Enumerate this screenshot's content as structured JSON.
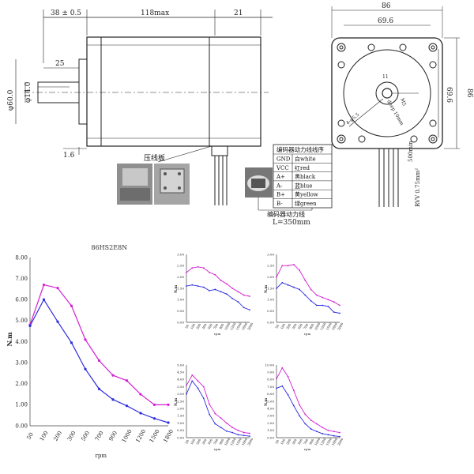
{
  "drawing": {
    "dim_top_left": "38 ± 0.5",
    "dim_top_mid": "118max",
    "dim_top_right": "21",
    "dim_25": "25",
    "dim_phi60": "φ60.0",
    "dim_phi14": "φ14.0",
    "dim_16": "1.6",
    "dim_86_top": "86",
    "dim_696_top": "69.6",
    "dim_86_side": "86",
    "dim_696_side": "69.6",
    "dim_11": "11",
    "dim_m5": "M5",
    "dim_deep": "deep 10mm",
    "dim_4phi": "4-φ5.5",
    "lead_len": "500min",
    "lead_spec": "RVV 0.75mm²",
    "label_press_plate": "压线板",
    "label_encoder_cable": "编码器动力线",
    "label_length": "L=350mm"
  },
  "wire_table": {
    "title": "编码器动力线线序",
    "rows": [
      {
        "signal": "GND",
        "color": "白white"
      },
      {
        "signal": "VCC",
        "color": "红red"
      },
      {
        "signal": "A+",
        "color": "黑black"
      },
      {
        "signal": "A-",
        "color": "蓝blue"
      },
      {
        "signal": "B+",
        "color": "黄yellow"
      },
      {
        "signal": "B-",
        "color": "绿green"
      }
    ]
  },
  "colors": {
    "series_a": "#d21fd2",
    "series_b": "#2d2de0"
  },
  "chart_data": [
    {
      "type": "line",
      "title": "86HS2E8N",
      "xlabel": "rpm",
      "ylabel": "N.m",
      "ylim": [
        0,
        8
      ],
      "yticks": [
        "0.00",
        "1.00",
        "2.00",
        "3.00",
        "4.00",
        "5.00",
        "6.00",
        "7.00",
        "8.00"
      ],
      "categories": [
        "50",
        "100",
        "200",
        "300",
        "500",
        "700",
        "900",
        "1000",
        "1200",
        "1500",
        "1800"
      ],
      "series": [
        {
          "values": [
            4.8,
            6.7,
            6.55,
            5.7,
            4.1,
            3.1,
            2.4,
            2.15,
            1.5,
            1.0,
            1.0
          ]
        },
        {
          "values": [
            4.75,
            6.0,
            4.95,
            3.95,
            2.7,
            1.75,
            1.25,
            0.95,
            0.6,
            0.35,
            0.15
          ]
        }
      ]
    },
    {
      "type": "line",
      "ylabel": "N.m",
      "xlabel": "rpm",
      "ylim": [
        0,
        3
      ],
      "yticks": [
        "0.00",
        "0.50",
        "1.00",
        "1.50",
        "2.00",
        "2.50",
        "3.00"
      ],
      "categories": [
        "50",
        "100",
        "200",
        "300",
        "500",
        "700",
        "900",
        "1000",
        "1200",
        "1500",
        "1800",
        "2000"
      ],
      "series": [
        {
          "values": [
            2.2,
            2.4,
            2.45,
            2.4,
            2.2,
            2.1,
            1.85,
            1.7,
            1.5,
            1.35,
            1.2,
            1.15
          ]
        },
        {
          "values": [
            1.6,
            1.65,
            1.6,
            1.55,
            1.4,
            1.45,
            1.35,
            1.25,
            1.05,
            0.9,
            0.65,
            0.55
          ]
        }
      ]
    },
    {
      "type": "line",
      "ylabel": "N.m",
      "xlabel": "rpm",
      "ylim": [
        0,
        3
      ],
      "yticks": [
        "0.00",
        "0.50",
        "1.00",
        "1.50",
        "2.00",
        "2.50",
        "3.00"
      ],
      "categories": [
        "50",
        "100",
        "200",
        "300",
        "500",
        "700",
        "900",
        "1000",
        "1200",
        "1500",
        "1800",
        "2000"
      ],
      "series": [
        {
          "values": [
            2.0,
            2.5,
            2.5,
            2.55,
            2.3,
            1.85,
            1.45,
            1.2,
            1.1,
            1.0,
            0.9,
            0.75
          ]
        },
        {
          "values": [
            1.5,
            1.75,
            1.65,
            1.55,
            1.45,
            1.2,
            0.95,
            0.75,
            0.75,
            0.7,
            0.45,
            0.4
          ]
        }
      ]
    },
    {
      "type": "line",
      "ylabel": "N.m",
      "xlabel": "rpm",
      "ylim": [
        0,
        5
      ],
      "yticks": [
        "0.00",
        "0.50",
        "1.00",
        "1.50",
        "2.00",
        "2.50",
        "3.00",
        "3.50",
        "4.00",
        "4.50",
        "5.00"
      ],
      "categories": [
        "50",
        "100",
        "200",
        "300",
        "500",
        "700",
        "900",
        "1000",
        "1200",
        "1500",
        "1800",
        "2000"
      ],
      "series": [
        {
          "values": [
            3.6,
            4.3,
            3.9,
            3.5,
            2.3,
            1.65,
            1.35,
            1.0,
            0.7,
            0.5,
            0.35,
            0.3
          ]
        },
        {
          "values": [
            3.0,
            3.9,
            3.4,
            2.7,
            1.6,
            0.95,
            0.7,
            0.45,
            0.35,
            0.2,
            0.15,
            0.1
          ]
        }
      ]
    },
    {
      "type": "line",
      "ylabel": "N.m",
      "xlabel": "rpm",
      "ylim": [
        0,
        10
      ],
      "yticks": [
        "0.00",
        "1.00",
        "2.00",
        "3.00",
        "4.00",
        "5.00",
        "6.00",
        "7.00",
        "8.00",
        "9.00",
        "10.00"
      ],
      "categories": [
        "50",
        "100",
        "200",
        "300",
        "500",
        "700",
        "900",
        "1000",
        "1200",
        "1500",
        "1800",
        "2000"
      ],
      "series": [
        {
          "values": [
            8.1,
            9.6,
            8.4,
            6.5,
            4.5,
            3.2,
            2.4,
            1.9,
            1.4,
            1.0,
            0.85,
            0.7
          ]
        },
        {
          "values": [
            6.8,
            7.1,
            5.9,
            4.4,
            3.0,
            1.9,
            1.2,
            0.85,
            0.55,
            0.4,
            0.25,
            0.15
          ]
        }
      ]
    }
  ]
}
